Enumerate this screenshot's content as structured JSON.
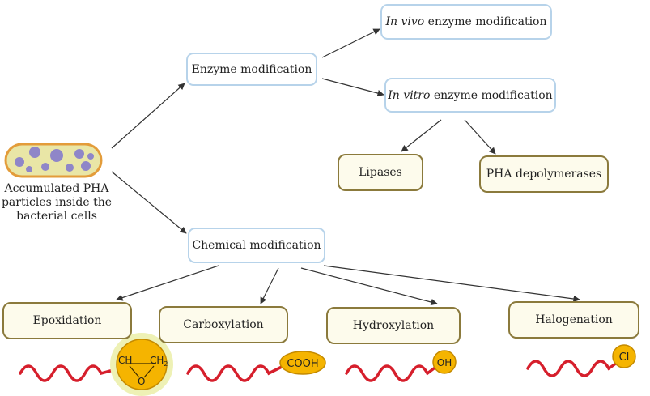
{
  "source_label": [
    "Accumulated PHA",
    "particles inside the",
    "bacterial cells"
  ],
  "enzyme": {
    "label": "Enzyme modification",
    "in_vivo": {
      "italic": "In vivo",
      "rest": "enzyme modification"
    },
    "in_vitro": {
      "italic": "In vitro",
      "rest": "enzyme modification"
    },
    "lipases": "Lipases",
    "depolymerases": "PHA depolymerases"
  },
  "chemical": {
    "label": "Chemical modification",
    "methods": [
      "Epoxidation",
      "Carboxylation",
      "Hydroxylation",
      "Halogenation"
    ]
  },
  "groups": {
    "epoxide_ch": "CH",
    "epoxide_ch2": "CH",
    "epoxide_ch2_sub": "2",
    "epoxide_o": "O",
    "carboxyl": "COOH",
    "hydroxyl": "OH",
    "halogen": "Cl"
  },
  "colors": {
    "chain": "#d61f2c",
    "blue_border": "#b7d3ea",
    "olive_border": "#8b7a3c",
    "group_fill": "#f5b400",
    "cell_fill": "#e9e6a6",
    "cell_border": "#e39c3a",
    "granule": "#8f86c8"
  }
}
